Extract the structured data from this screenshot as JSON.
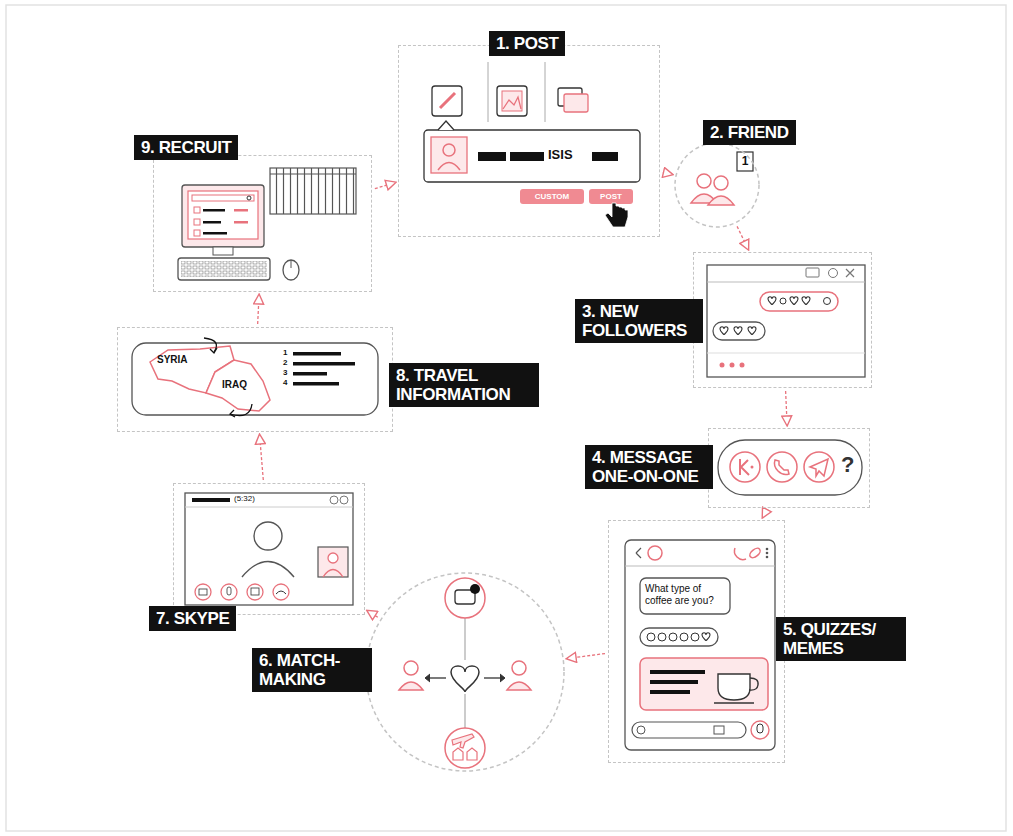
{
  "diagram": {
    "nodes": [
      {
        "text": [
          "1. POST"
        ]
      },
      {
        "text": [
          "2. FRIEND"
        ]
      },
      {
        "text": [
          "3. NEW FOLLOWERS"
        ]
      },
      {
        "text": [
          "4. MESSAGE ONE-ON-ONE"
        ]
      },
      {
        "text": [
          "5. QUIZZES/ MEMES"
        ]
      },
      {
        "text": [
          "6. MATCH-MAKING"
        ]
      },
      {
        "text": [
          "7. SKYPE"
        ]
      },
      {
        "text": [
          "8. TRAVEL INFORMATION"
        ]
      },
      {
        "text": [
          "9. RECRUIT"
        ]
      }
    ],
    "edges": [
      {
        "from": 0,
        "to": 1,
        "arrow": "to"
      },
      {
        "from": 1,
        "to": 2,
        "arrow": "to"
      },
      {
        "from": 2,
        "to": 3,
        "arrow": "to"
      },
      {
        "from": 3,
        "to": 4,
        "arrow": "to"
      },
      {
        "from": 4,
        "to": 5,
        "arrow": "to"
      },
      {
        "from": 5,
        "to": 6,
        "arrow": "to"
      },
      {
        "from": 6,
        "to": 7,
        "arrow": "to"
      },
      {
        "from": 7,
        "to": 8,
        "arrow": "to"
      },
      {
        "from": 8,
        "to": 0,
        "arrow": "to"
      }
    ],
    "labels": [
      "ISIS",
      "CUSTOM",
      "POST",
      "1",
      "?",
      "What type of coffee are you?",
      "(5:32)",
      "SYRIA",
      "IRAQ",
      "1",
      "2",
      "3",
      "4"
    ]
  }
}
